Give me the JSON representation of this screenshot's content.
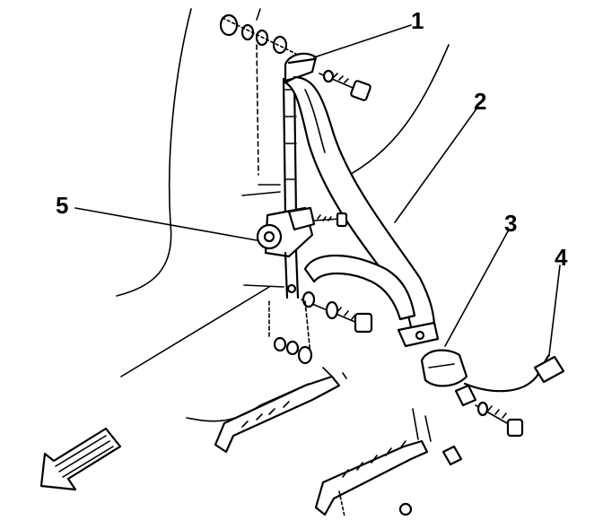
{
  "callouts": [
    {
      "id": "1",
      "label": "1"
    },
    {
      "id": "2",
      "label": "2"
    },
    {
      "id": "3",
      "label": "3"
    },
    {
      "id": "4",
      "label": "4"
    },
    {
      "id": "5",
      "label": "5"
    }
  ],
  "icons": {
    "direction_arrow": "front-direction-arrow-icon"
  },
  "colors": {
    "ink": "#000000",
    "paper": "#ffffff"
  }
}
